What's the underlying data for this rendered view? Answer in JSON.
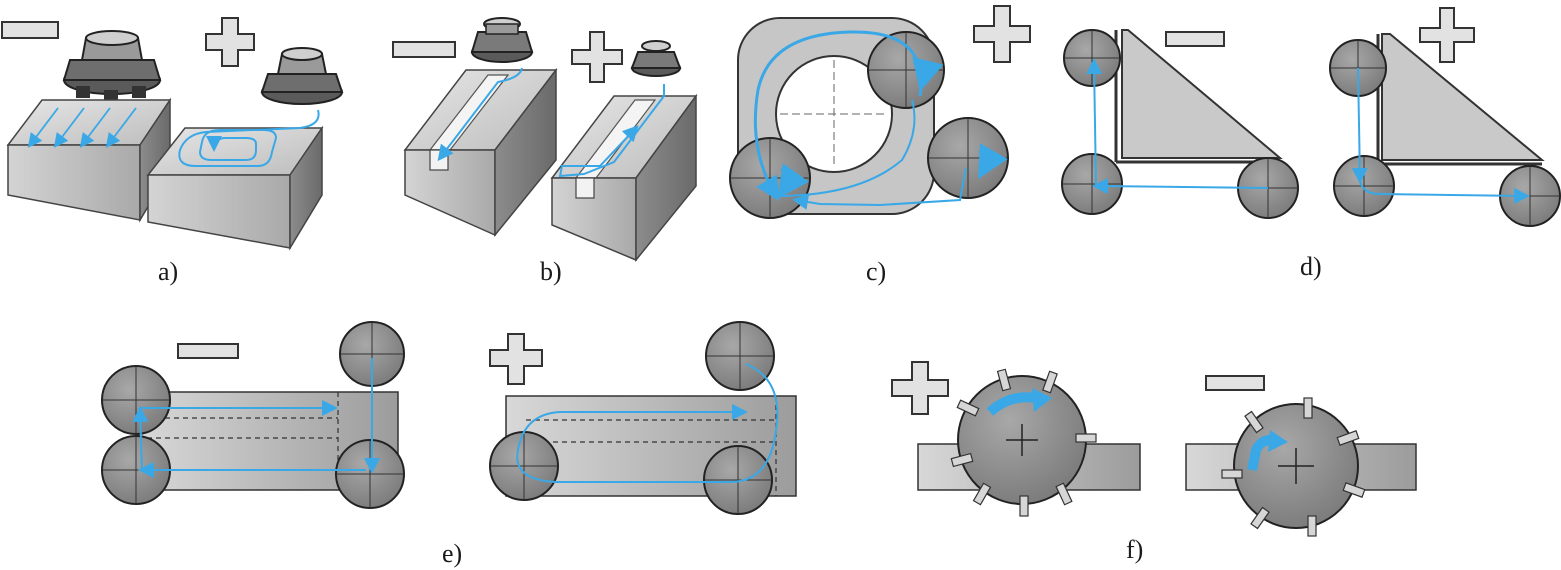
{
  "colors": {
    "path_blue": "#3aa8e6",
    "workpiece_gray": "#c9c9c9",
    "cutter_gray": "#8f8f8f",
    "sign_fill": "#e2e2e2",
    "outline": "#333333"
  },
  "signs": {
    "minus": "negative (unfavourable) milling strategy",
    "plus": "positive (favourable) milling strategy"
  },
  "panels": [
    {
      "id": "a",
      "label": "a)"
    },
    {
      "id": "b",
      "label": "b)"
    },
    {
      "id": "c",
      "label": "c)"
    },
    {
      "id": "d",
      "label": "d)"
    },
    {
      "id": "e",
      "label": "e)"
    },
    {
      "id": "f",
      "label": "f)"
    }
  ]
}
